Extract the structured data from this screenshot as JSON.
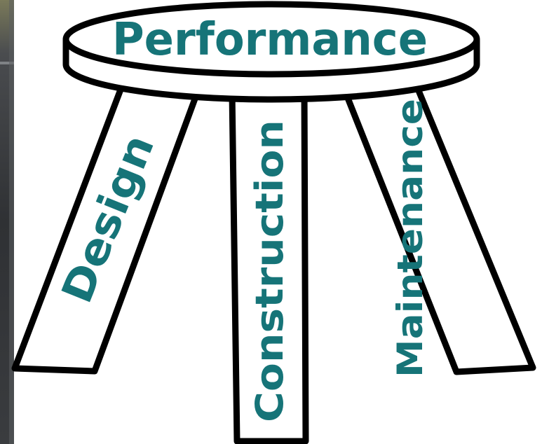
{
  "diagram": {
    "seat_label": "Performance",
    "legs": [
      {
        "label": "Design"
      },
      {
        "label": "Construction"
      },
      {
        "label": "Maintenance"
      }
    ]
  },
  "colors": {
    "text": "#167478",
    "outline": "#000000",
    "fill": "#ffffff",
    "road_dark": "#3a3c3f",
    "road_light": "#8d9093",
    "field": "#7a7a5a"
  }
}
